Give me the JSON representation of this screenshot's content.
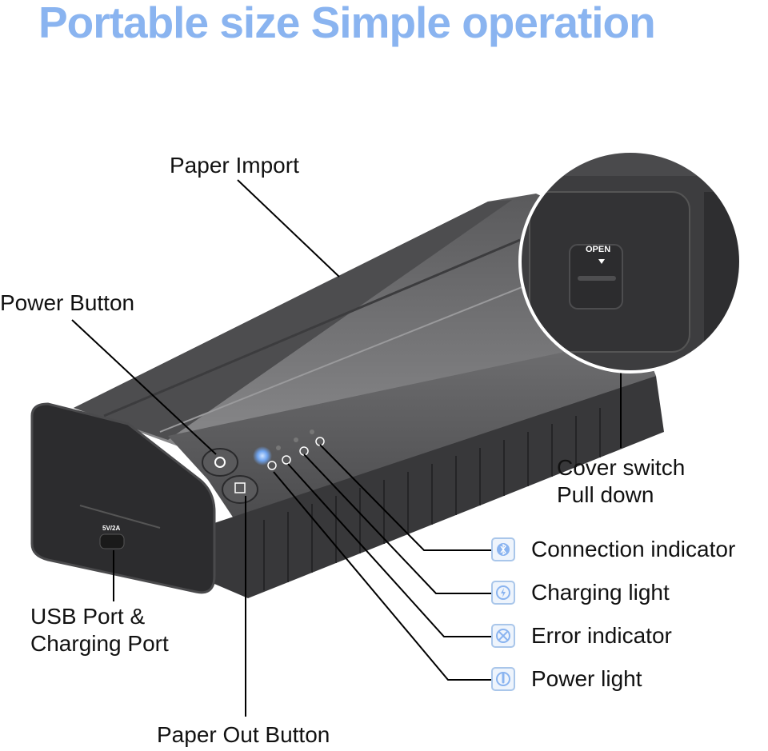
{
  "header": {
    "title": "Portable size Simple operation"
  },
  "labels": {
    "paper_import": "Paper Import",
    "power_button": "Power Button",
    "cover_switch_line1": "Cover switch",
    "cover_switch_line2": "Pull down",
    "usb_line1": "USB Port &",
    "usb_line2": "Charging Port",
    "paper_out": "Paper Out Button"
  },
  "device": {
    "open_label": "OPEN",
    "usb_rating": "5V/2A"
  },
  "indicators": [
    {
      "icon": "bluetooth-icon",
      "label": "Connection indicator"
    },
    {
      "icon": "lightning-icon",
      "label": "Charging light"
    },
    {
      "icon": "error-x-icon",
      "label": "Error indicator"
    },
    {
      "icon": "power-icon",
      "label": "Power light"
    }
  ],
  "colors": {
    "title": "#8ab4f0",
    "icon_border": "#a9c6ea",
    "icon_fill": "#8ab4f0",
    "body": "#3a3a3c"
  }
}
